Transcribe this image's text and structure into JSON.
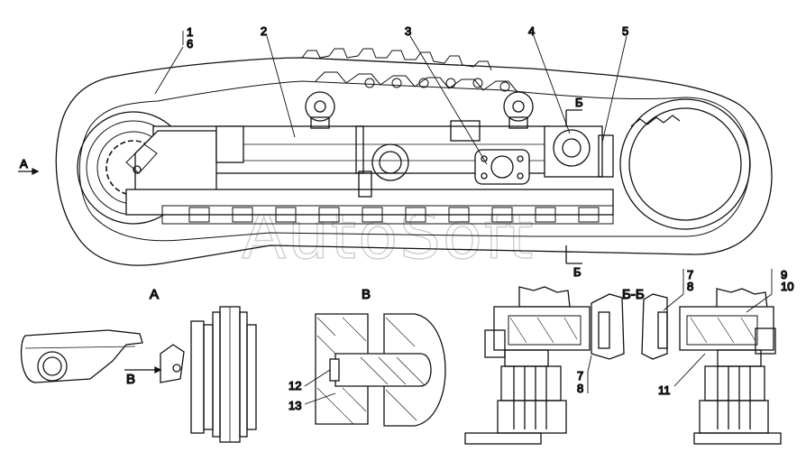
{
  "callouts": [
    "1",
    "2",
    "3",
    "4",
    "5",
    "6",
    "7",
    "8",
    "9",
    "10",
    "11",
    "12",
    "13"
  ],
  "views": {
    "a": "А",
    "v": "В",
    "bb": "Б-Б",
    "b_mark": "Б",
    "a_arrow": "А",
    "v_arrow": "В"
  },
  "watermark": "AutoSoft"
}
